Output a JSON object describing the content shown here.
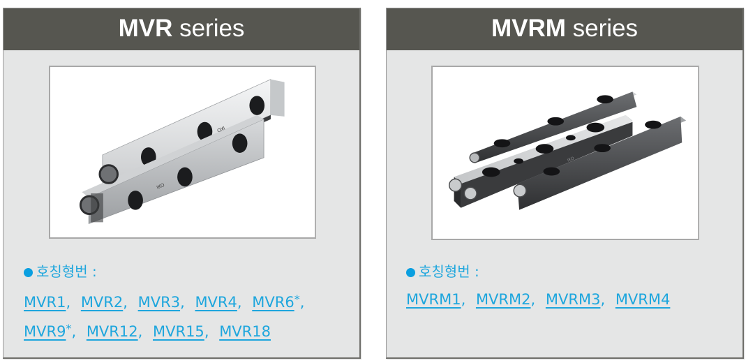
{
  "panels": [
    {
      "id": "mvr",
      "header": {
        "model": "MVR",
        "suffix": " series"
      },
      "image_alt": "MVR series cross roller way pair",
      "label": "호칭형번 :",
      "links": [
        {
          "text": "MVR1",
          "star": "",
          "sep": ","
        },
        {
          "text": "MVR2",
          "star": "",
          "sep": ","
        },
        {
          "text": "MVR3",
          "star": "",
          "sep": ","
        },
        {
          "text": "MVR4",
          "star": "",
          "sep": ","
        },
        {
          "text": "MVR6",
          "star": "*",
          "sep": ","
        },
        {
          "text": "MVR9",
          "star": "*",
          "sep": ","
        },
        {
          "text": "MVR12",
          "star": "",
          "sep": ","
        },
        {
          "text": "MVR15",
          "star": "",
          "sep": ","
        },
        {
          "text": "MVR18",
          "star": "",
          "sep": ""
        }
      ]
    },
    {
      "id": "mvrm",
      "header": {
        "model": "MVRM",
        "suffix": " series"
      },
      "image_alt": "MVRM series cross roller way with table",
      "label": "호칭형번 :",
      "links": [
        {
          "text": "MVRM1",
          "star": "",
          "sep": ","
        },
        {
          "text": "MVRM2",
          "star": "",
          "sep": ","
        },
        {
          "text": "MVRM3",
          "star": "",
          "sep": ","
        },
        {
          "text": "MVRM4",
          "star": "",
          "sep": ""
        }
      ]
    }
  ],
  "colors": {
    "header_bg": "#565650",
    "panel_bg": "#e5e6e6",
    "link": "#1ea6dd",
    "bullet": "#0a9fe0"
  }
}
